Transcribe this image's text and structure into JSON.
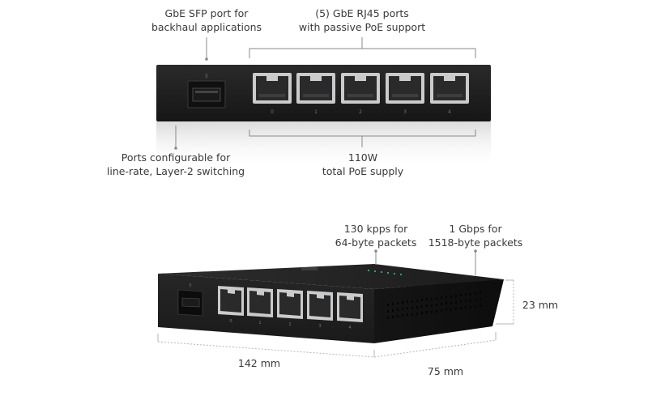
{
  "callouts": {
    "sfp": {
      "line1": "GbE SFP port for",
      "line2": "backhaul applications"
    },
    "rj45": {
      "line1": "(5) GbE RJ45 ports",
      "line2": "with passive PoE support"
    },
    "switching": {
      "line1": "Ports configurable for",
      "line2": "line-rate, Layer-2 switching"
    },
    "poe_supply": {
      "line1": "110W",
      "line2": "total PoE supply"
    },
    "kpps": {
      "line1": "130 kpps for",
      "line2": "64-byte packets"
    },
    "gbps": {
      "line1": "1 Gbps for",
      "line2": "1518-byte packets"
    }
  },
  "dimensions": {
    "height": "23 mm",
    "width": "142 mm",
    "depth": "75 mm"
  },
  "front_panel": {
    "sfp_port_number": "5",
    "rj45_port_numbers": [
      "0",
      "1",
      "2",
      "3",
      "4"
    ]
  },
  "colors": {
    "device_body": "#1e1e1e",
    "device_top": "#2b2b2b",
    "port_metal": "#c9cbcc",
    "port_cavity": "#2a2a2a",
    "callout_line": "#8a8a8a",
    "led_green": "#3ad07a"
  }
}
